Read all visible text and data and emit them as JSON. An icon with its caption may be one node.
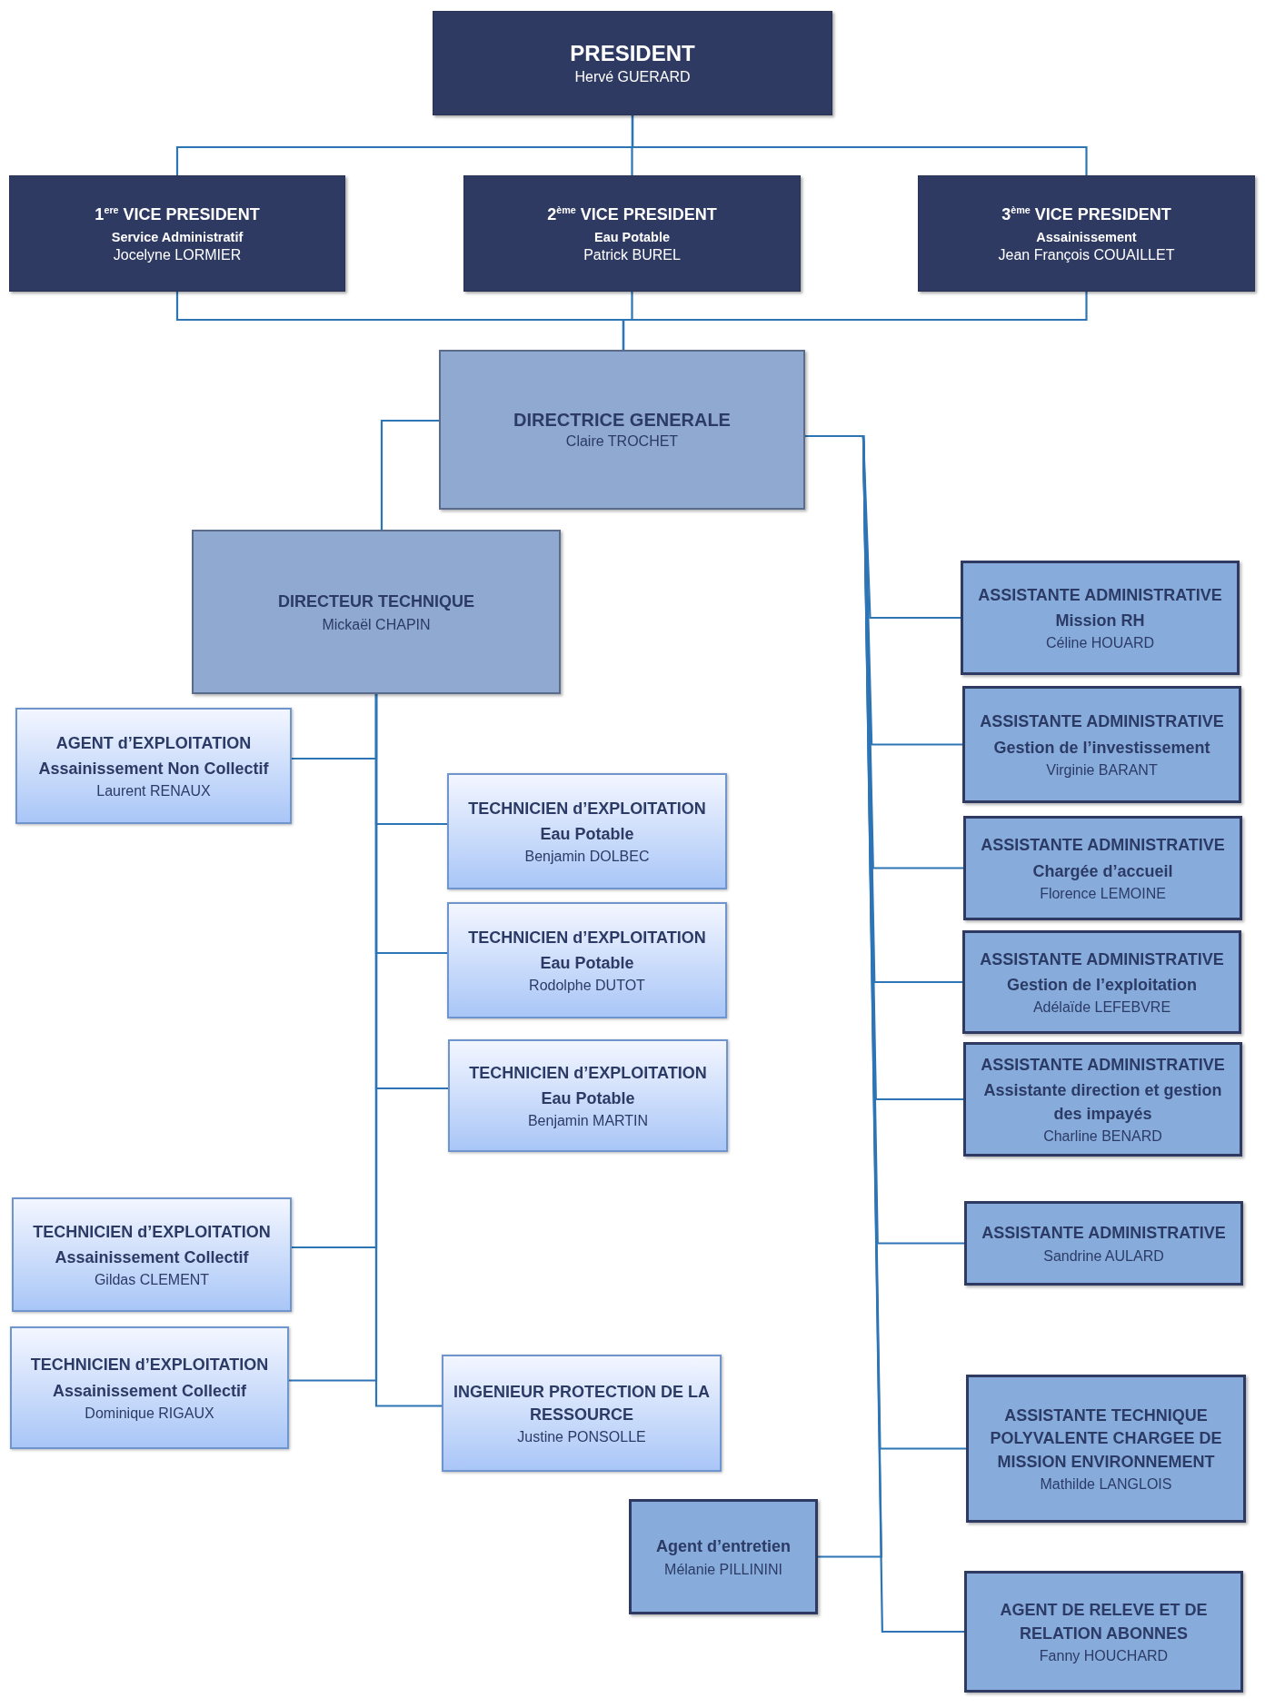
{
  "diagram": {
    "nodes": [
      {
        "text": [
          "PRESIDENT",
          "Hervé GUERARD"
        ]
      },
      {
        "text": [
          "1$^{ere}$ VICE PRESIDENT",
          "Service Administratif",
          "Jocelyne LORMIER"
        ]
      },
      {
        "text": [
          "2$^{ème}$ VICE PRESIDENT",
          "Eau Potable",
          "Patrick BUREL"
        ]
      },
      {
        "text": [
          "3$^{ème}$ VICE PRESIDENT",
          "Assainissement",
          "Jean François COUAILLET"
        ]
      },
      {
        "text": [
          "DIRECTRICE GENERALE",
          "Claire TROCHET"
        ]
      },
      {
        "text": [
          "DIRECTEUR TECHNIQUE",
          "Mickaël CHAPIN"
        ]
      },
      {
        "text": [
          "AGENT d’EXPLOITATION",
          "Assainissement Non Collectif",
          "Laurent RENAUX"
        ]
      },
      {
        "text": [
          "TECHNICIEN d’EXPLOITATION",
          "Eau Potable",
          "Benjamin DOLBEC"
        ]
      },
      {
        "text": [
          "TECHNICIEN d’EXPLOITATION",
          "Eau Potable",
          "Rodolphe DUTOT"
        ]
      },
      {
        "text": [
          "TECHNICIEN d’EXPLOITATION",
          "Eau Potable",
          "Benjamin MARTIN"
        ]
      },
      {
        "text": [
          "TECHNICIEN d’EXPLOITATION",
          "Assainissement Collectif",
          "Gildas CLEMENT"
        ]
      },
      {
        "text": [
          "TECHNICIEN d’EXPLOITATION",
          "Assainissement Collectif",
          "Dominique RIGAUX"
        ]
      },
      {
        "text": [
          "INGENIEUR PROTECTION DE LA RESSOURCE",
          "Justine PONSOLLE"
        ]
      },
      {
        "text": [
          "Agent d’entretien",
          "Mélanie PILLININI"
        ]
      },
      {
        "text": [
          "ASSISTANTE ADMINISTRATIVE",
          "Mission RH",
          "Céline HOUARD"
        ]
      },
      {
        "text": [
          "ASSISTANTE ADMINISTRATIVE",
          "Gestion de l’investissement",
          "Virginie BARANT"
        ]
      },
      {
        "text": [
          "ASSISTANTE ADMINISTRATIVE",
          "Chargée d’accueil",
          "Florence LEMOINE"
        ]
      },
      {
        "text": [
          "ASSISTANTE ADMINISTRATIVE",
          "Gestion de l’exploitation",
          "Adélaïde LEFEBVRE"
        ]
      },
      {
        "text": [
          "ASSISTANTE ADMINISTRATIVE",
          "Assistante direction et gestion des impayés",
          "Charline BENARD"
        ]
      },
      {
        "text": [
          "ASSISTANTE ADMINISTRATIVE",
          "Sandrine AULARD"
        ]
      },
      {
        "text": [
          "ASSISTANTE TECHNIQUE POLYVALENTE CHARGEE DE MISSION ENVIRONNEMENT",
          "Mathilde LANGLOIS"
        ]
      },
      {
        "text": [
          "AGENT DE RELEVE ET DE RELATION ABONNES",
          "Fanny HOUCHARD"
        ]
      }
    ],
    "edges": [
      {
        "from": 0,
        "to": 1,
        "arrow": "none"
      },
      {
        "from": 0,
        "to": 2,
        "arrow": "none"
      },
      {
        "from": 0,
        "to": 3,
        "arrow": "none"
      },
      {
        "from": 1,
        "to": 4,
        "arrow": "none"
      },
      {
        "from": 2,
        "to": 4,
        "arrow": "none"
      },
      {
        "from": 3,
        "to": 4,
        "arrow": "none"
      },
      {
        "from": 4,
        "to": 5,
        "arrow": "none"
      },
      {
        "from": 5,
        "to": 6,
        "arrow": "none"
      },
      {
        "from": 5,
        "to": 7,
        "arrow": "none"
      },
      {
        "from": 5,
        "to": 8,
        "arrow": "none"
      },
      {
        "from": 5,
        "to": 9,
        "arrow": "none"
      },
      {
        "from": 5,
        "to": 10,
        "arrow": "none"
      },
      {
        "from": 5,
        "to": 11,
        "arrow": "none"
      },
      {
        "from": 5,
        "to": 12,
        "arrow": "none"
      },
      {
        "from": 4,
        "to": 14,
        "arrow": "none"
      },
      {
        "from": 4,
        "to": 15,
        "arrow": "none"
      },
      {
        "from": 4,
        "to": 16,
        "arrow": "none"
      },
      {
        "from": 4,
        "to": 17,
        "arrow": "none"
      },
      {
        "from": 4,
        "to": 18,
        "arrow": "none"
      },
      {
        "from": 4,
        "to": 19,
        "arrow": "none"
      },
      {
        "from": 4,
        "to": 20,
        "arrow": "none"
      },
      {
        "from": 4,
        "to": 13,
        "arrow": "none"
      },
      {
        "from": 4,
        "to": 21,
        "arrow": "none"
      }
    ]
  }
}
